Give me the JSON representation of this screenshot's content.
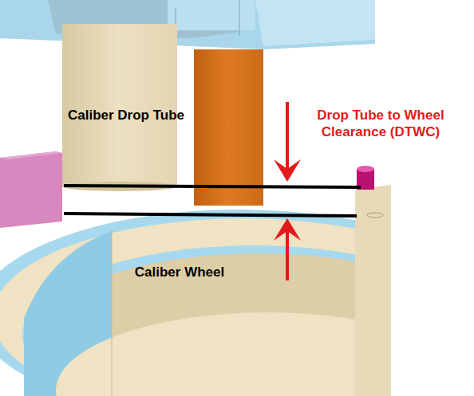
{
  "diagram": {
    "labels": [
      "Caliber Drop Tube",
      "Drop Tube to Wheel Clearance (DTWC)",
      "Caliber Wheel"
    ]
  }
}
